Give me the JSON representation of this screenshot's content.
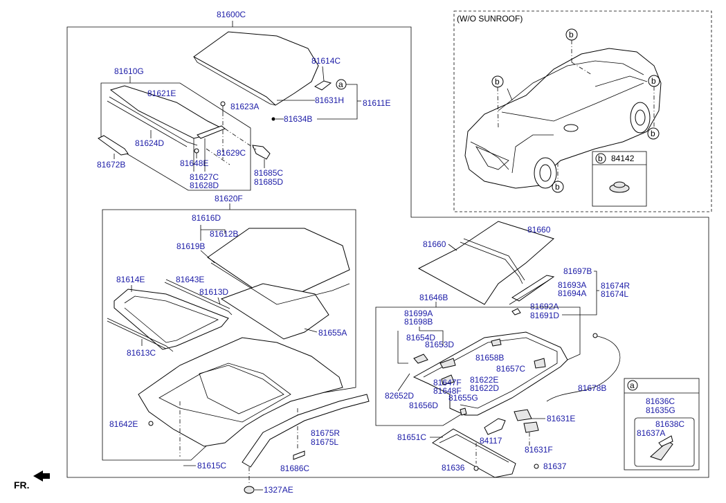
{
  "diagram_title": "",
  "inset": {
    "title": "(W/O SUNROOF)",
    "callout_letter": "b",
    "legend_letter": "b",
    "legend_part": "84142"
  },
  "detail_a": {
    "letter": "a",
    "parts": [
      "81636C",
      "81635G",
      "81638C",
      "81637A"
    ]
  },
  "direction_label": "FR.",
  "labels": {
    "l81600C": "81600C",
    "l81614C": "81614C",
    "l81610G": "81610G",
    "l81621E": "81621E",
    "l81623A": "81623A",
    "l81631H": "81631H",
    "l81611E": "81611E",
    "l81634B": "81634B",
    "l81624D": "81624D",
    "l81629C": "81629C",
    "l81672B": "81672B",
    "l81648E": "81648E",
    "l81627C": "81627C",
    "l81628D": "81628D",
    "l81685C": "81685C",
    "l81685D": "81685D",
    "l81620F": "81620F",
    "l81616D": "81616D",
    "l81612B": "81612B",
    "l81619B": "81619B",
    "l81614E": "81614E",
    "l81643E": "81643E",
    "l81613D": "81613D",
    "l81655A": "81655A",
    "l81613C": "81613C",
    "l81642E": "81642E",
    "l81675R": "81675R",
    "l81675L": "81675L",
    "l81686C": "81686C",
    "l81615C": "81615C",
    "l1327AE": "1327AE",
    "l81660a": "81660",
    "l81660b": "81660",
    "l81697B": "81697B",
    "l81693A": "81693A",
    "l81694A": "81694A",
    "l81674R": "81674R",
    "l81674L": "81674L",
    "l81692A": "81692A",
    "l81691D": "81691D",
    "l81646B": "81646B",
    "l81699A": "81699A",
    "l81698B": "81698B",
    "l81654D": "81654D",
    "l81653D": "81653D",
    "l81658B": "81658B",
    "l81657C": "81657C",
    "l81647F": "81647F",
    "l81648F": "81648F",
    "l81622E": "81622E",
    "l81622D": "81622D",
    "l82652D": "82652D",
    "l81655G": "81655G",
    "l81656D": "81656D",
    "l81678B": "81678B",
    "l81631E": "81631E",
    "l84117": "84117",
    "l81651C": "81651C",
    "l81631F": "81631F",
    "l81636": "81636",
    "l81637": "81637"
  }
}
